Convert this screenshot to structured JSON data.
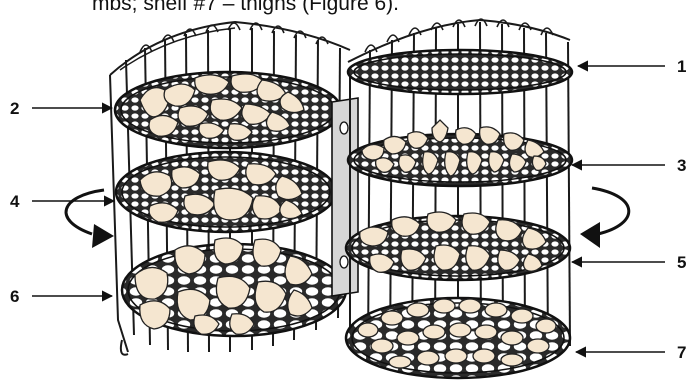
{
  "header": {
    "text": "mbs; shelf #7 – thighs (Figure 6)."
  },
  "callouts": [
    {
      "id": "1",
      "label": "1"
    },
    {
      "id": "2",
      "label": "2"
    },
    {
      "id": "3",
      "label": "3"
    },
    {
      "id": "4",
      "label": "4"
    },
    {
      "id": "5",
      "label": "5"
    },
    {
      "id": "6",
      "label": "6"
    },
    {
      "id": "7",
      "label": "7"
    }
  ],
  "icons": {
    "rotate_left": "curved-arrow-icon",
    "rotate_right": "curved-arrow-icon"
  },
  "colors": {
    "food": "#f5e6d0",
    "wire": "#1a1a1a",
    "panel": "#d6d6d6"
  }
}
